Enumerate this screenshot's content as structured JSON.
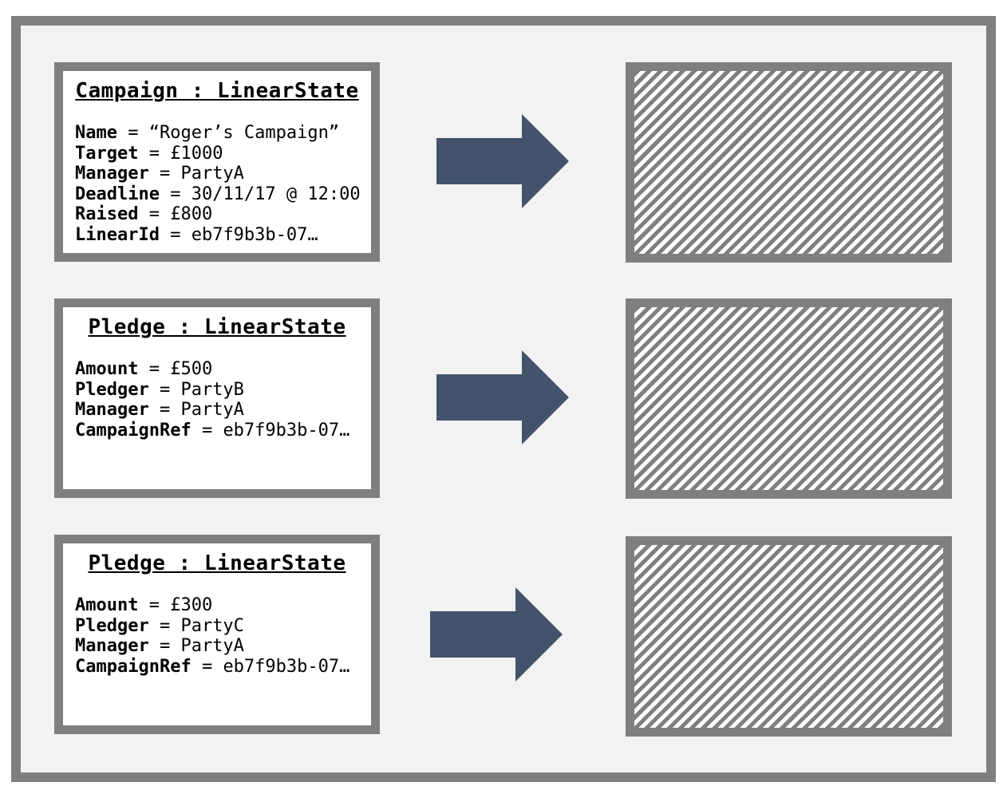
{
  "colors": {
    "frame_border": "#7f7f7f",
    "frame_fill": "#f2f2f2",
    "arrow": "#43536b",
    "hatch": "#7f7f7f"
  },
  "states": [
    {
      "title": "Campaign : LinearState",
      "fields": [
        {
          "key": "Name",
          "value": " = “Roger’s Campaign”",
          "key_bold": false
        },
        {
          "key": "Target",
          "value": " = £1000",
          "key_bold": true
        },
        {
          "key": "Manager",
          "value": " = PartyA",
          "key_bold": true
        },
        {
          "key": "Deadline",
          "value": " = 30/11/17 @ 12:00",
          "key_bold": true
        },
        {
          "key": "Raised",
          "value": " = £800",
          "key_bold": true
        },
        {
          "key": "LinearId",
          "value": " = eb7f9b3b-07…",
          "key_bold": true
        }
      ]
    },
    {
      "title": "Pledge : LinearState",
      "fields": [
        {
          "key": "Amount",
          "value": " = £500",
          "key_bold": true
        },
        {
          "key": "Pledger",
          "value": " = PartyB",
          "key_bold": true
        },
        {
          "key": "Manager",
          "value": " = PartyA",
          "key_bold": true
        },
        {
          "key": "CampaignRef",
          "value": " = eb7f9b3b-07…",
          "key_bold": true
        }
      ]
    },
    {
      "title": "Pledge : LinearState",
      "fields": [
        {
          "key": "Amount",
          "value": " = £300",
          "key_bold": true
        },
        {
          "key": "Pledger",
          "value": " = PartyC",
          "key_bold": true
        },
        {
          "key": "Manager",
          "value": " = PartyA",
          "key_bold": true
        },
        {
          "key": "CampaignRef",
          "value": " = eb7f9b3b-07…",
          "key_bold": true
        }
      ]
    }
  ]
}
